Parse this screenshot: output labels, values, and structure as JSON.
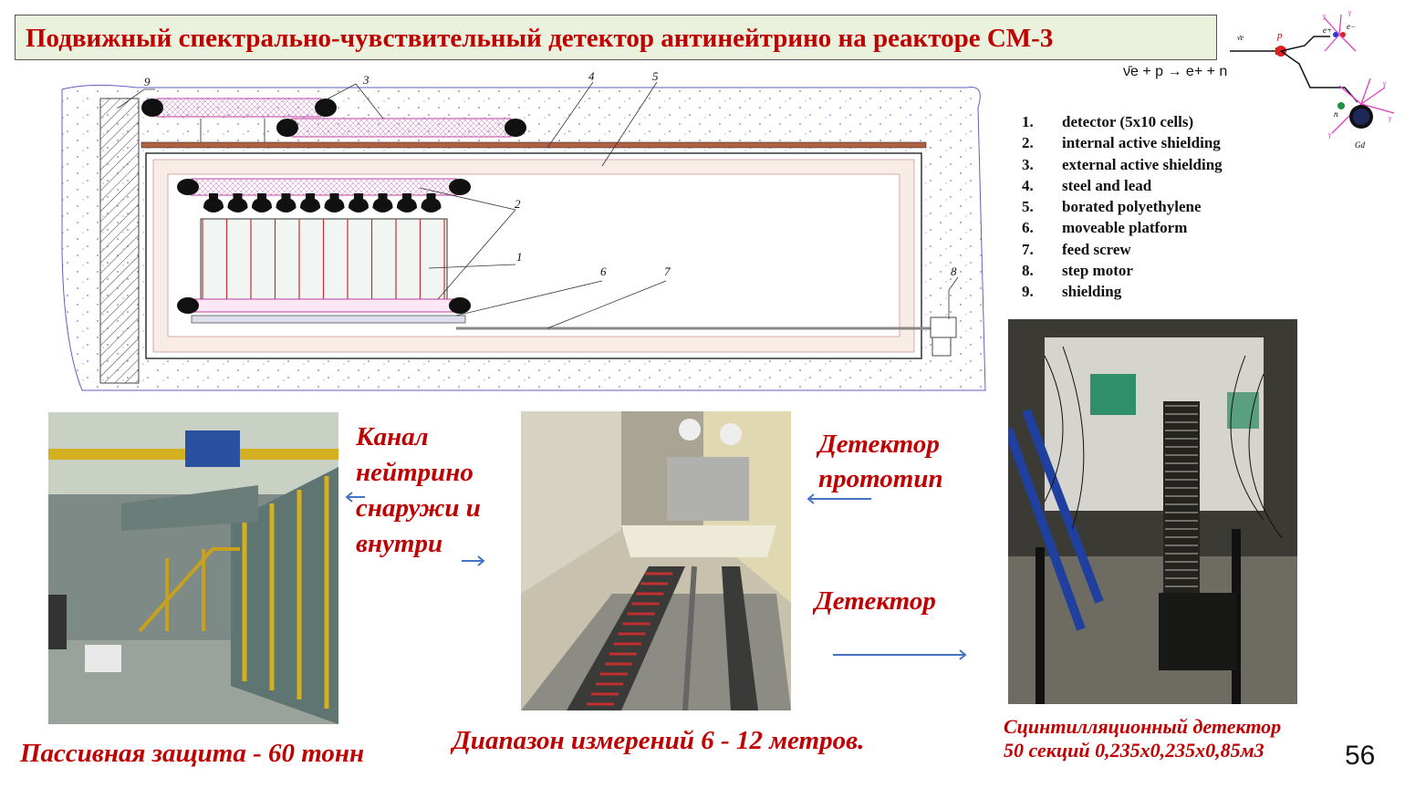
{
  "title": "Подвижный спектрально-чувствительный детектор антинейтрино на реакторе СМ-3",
  "reaction": {
    "formula": "ν̄e + p → e+ + n",
    "labels": {
      "antineutrino": "ν̄e",
      "proton": "p",
      "positron": "e+",
      "electron": "e−",
      "neutron": "n",
      "gamma": "γ",
      "gd": "Gd"
    }
  },
  "legend": [
    {
      "num": "1.",
      "text": "detector (5x10 cells)"
    },
    {
      "num": "2.",
      "text": "internal active shielding"
    },
    {
      "num": "3.",
      "text": "external active shielding"
    },
    {
      "num": "4.",
      "text": "steel and lead"
    },
    {
      "num": "5.",
      "text": "borated polyethylene"
    },
    {
      "num": "6.",
      "text": "moveable platform"
    },
    {
      "num": "7.",
      "text": "feed screw"
    },
    {
      "num": "8.",
      "text": "step motor"
    },
    {
      "num": "9.",
      "text": "shielding"
    }
  ],
  "drawing_numbers": [
    "9",
    "3",
    "4",
    "5",
    "2",
    "1",
    "6",
    "7",
    "8"
  ],
  "labels": {
    "channel_line1": "Канал",
    "channel_line2": "нейтрино",
    "channel_line3": "снаружи и",
    "channel_line4": "внутри",
    "prototype_line1": "Детектор",
    "prototype_line2": "прототип",
    "detector": "Детектор"
  },
  "captions": {
    "passive": "Пассивная защита - 60 тонн",
    "range": "Диапазон измерений 6 - 12 метров.",
    "scint_line1": "Сцинтилляционный детектор",
    "scint_line2": "50 секций 0,235х0,235х0,85м3"
  },
  "page_number": "56",
  "colors": {
    "title_red": "#c00000",
    "title_bg": "#eaf1dd",
    "arrow_blue": "#4472c4"
  }
}
